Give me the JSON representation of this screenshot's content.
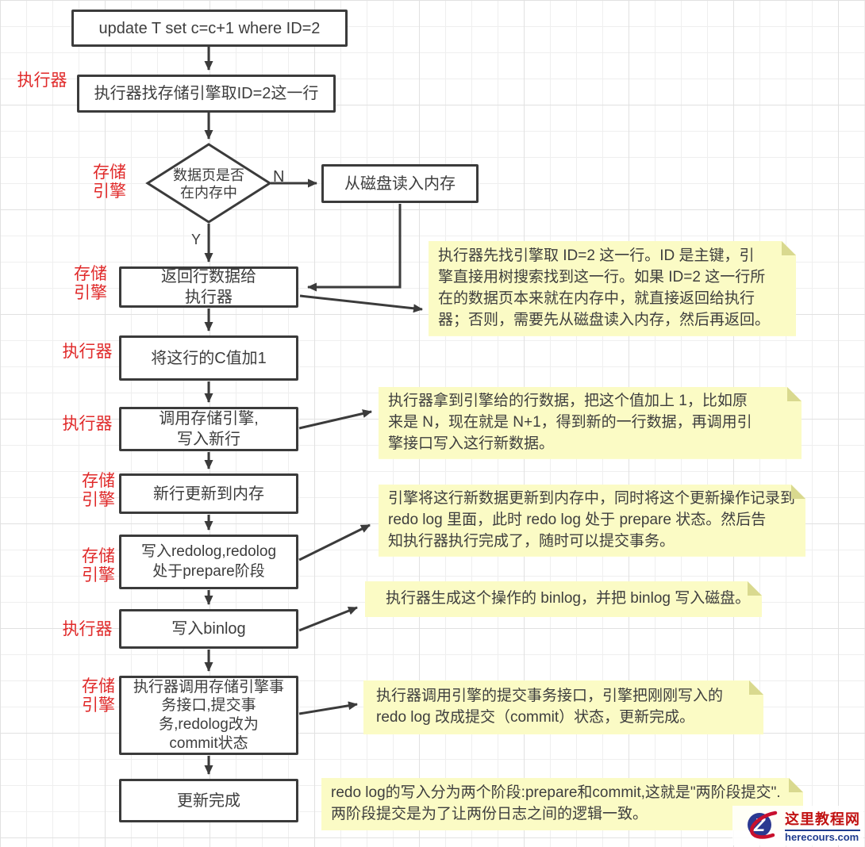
{
  "flow": {
    "start": "update T set c=c+1 where ID=2",
    "find_row": "执行器找存储引擎取ID=2这一行",
    "decision": "数据页是否\n在内存中",
    "disk_read": "从磁盘读入内存",
    "return_row": "返回行数据给\n执行器",
    "increment": "将这行的C值加1",
    "call_engine": "调用存储引擎,\n写入新行",
    "update_memory": "新行更新到内存",
    "write_redolog": "写入redolog,redolog\n处于prepare阶段",
    "write_binlog": "写入binlog",
    "commit": "执行器调用存储引擎事\n务接口,提交事\n务,redolog改为\ncommit状态",
    "done": "更新完成",
    "branch_no": "N",
    "branch_yes": "Y"
  },
  "roles": [
    "执行器",
    "存储\n引擎",
    "存储\n引擎",
    "执行器",
    "执行器",
    "存储\n引擎",
    "存储\n引擎",
    "执行器",
    "存储\n引擎"
  ],
  "notes": [
    "执行器先找引擎取 ID=2 这一行。ID 是主键，引\n擎直接用树搜索找到这一行。如果 ID=2 这一行所\n在的数据页本来就在内存中，就直接返回给执行\n器；否则，需要先从磁盘读入内存，然后再返回。",
    "执行器拿到引擎给的行数据，把这个值加上 1，比如原\n来是 N，现在就是 N+1，得到新的一行数据，再调用引\n擎接口写入这行新数据。",
    "引擎将这行新数据更新到内存中，同时将这个更新操作记录到\nredo log 里面，此时 redo log 处于 prepare 状态。然后告\n知执行器执行完成了，随时可以提交事务。",
    "执行器生成这个操作的 binlog，并把 binlog 写入磁盘。",
    "执行器调用引擎的提交事务接口，引擎把刚刚写入的\nredo log 改成提交（commit）状态，更新完成。",
    "redo log的写入分为两个阶段:prepare和commit,这就是\"两阶段提交\".\n两阶段提交是为了让两份日志之间的逻辑一致。"
  ],
  "watermark": {
    "site_name": "这里教程网",
    "site_url": "herecours.com",
    "logo_letter": "Z"
  },
  "colors": {
    "accent_red": "#e02a2a",
    "note_bg": "#fbfbc5",
    "note_fold": "#d9d98f",
    "line": "#3b3b3b",
    "brand_red": "#c8102e",
    "brand_blue": "#2b3990"
  }
}
